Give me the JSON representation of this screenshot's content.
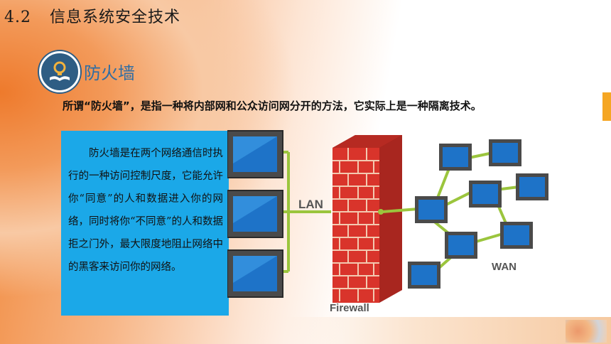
{
  "header": {
    "section_number": "4.2",
    "title": "信息系统安全技术"
  },
  "section": {
    "icon": "lightbulb-book-icon",
    "heading": "防火墙"
  },
  "definition": "所谓“防火墙”，是指一种将内部网和公众访问网分开的方法，它实际上是一种隔离技术。",
  "description": "防火墙是在两个网络通信时执行的一种访问控制尺度，它能允许你“同意”的人和数据进入你的网络，同时将你“不同意”的人和数据拒之门外，最大限度地阻止网络中的黑客来访问你的网络。",
  "diagram": {
    "lan_label": "LAN",
    "wan_label": "WAN",
    "firewall_label": "Firewall",
    "colors": {
      "link": "#9bc53d",
      "brick": "#d9342b",
      "monitor_screen": "#1e73c8"
    }
  }
}
